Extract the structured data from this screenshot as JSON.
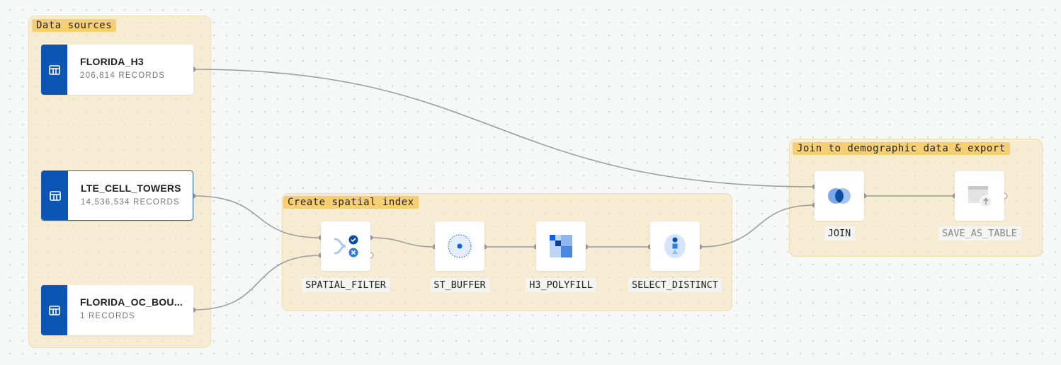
{
  "groups": {
    "data_sources": "Data sources",
    "spatial_index": "Create spatial index",
    "join_export": "Join to demographic data & export"
  },
  "sources": [
    {
      "name": "FLORIDA_H3",
      "records": "206,814 RECORDS"
    },
    {
      "name": "LTE_CELL_TOWERS",
      "records": "14,536,534 RECORDS"
    },
    {
      "name": "FLORIDA_OC_BOU...",
      "records": "1 RECORDS"
    }
  ],
  "nodes": {
    "spatial_filter": "SPATIAL_FILTER",
    "st_buffer": "ST_BUFFER",
    "h3_polyfill": "H3_POLYFILL",
    "select_distinct": "SELECT_DISTINCT",
    "join": "JOIN",
    "save_as_table": "SAVE_AS_TABLE"
  },
  "colors": {
    "accent": "#0b55b5",
    "group_label": "#f5cf72",
    "group_bg": "#f6e8c4"
  }
}
